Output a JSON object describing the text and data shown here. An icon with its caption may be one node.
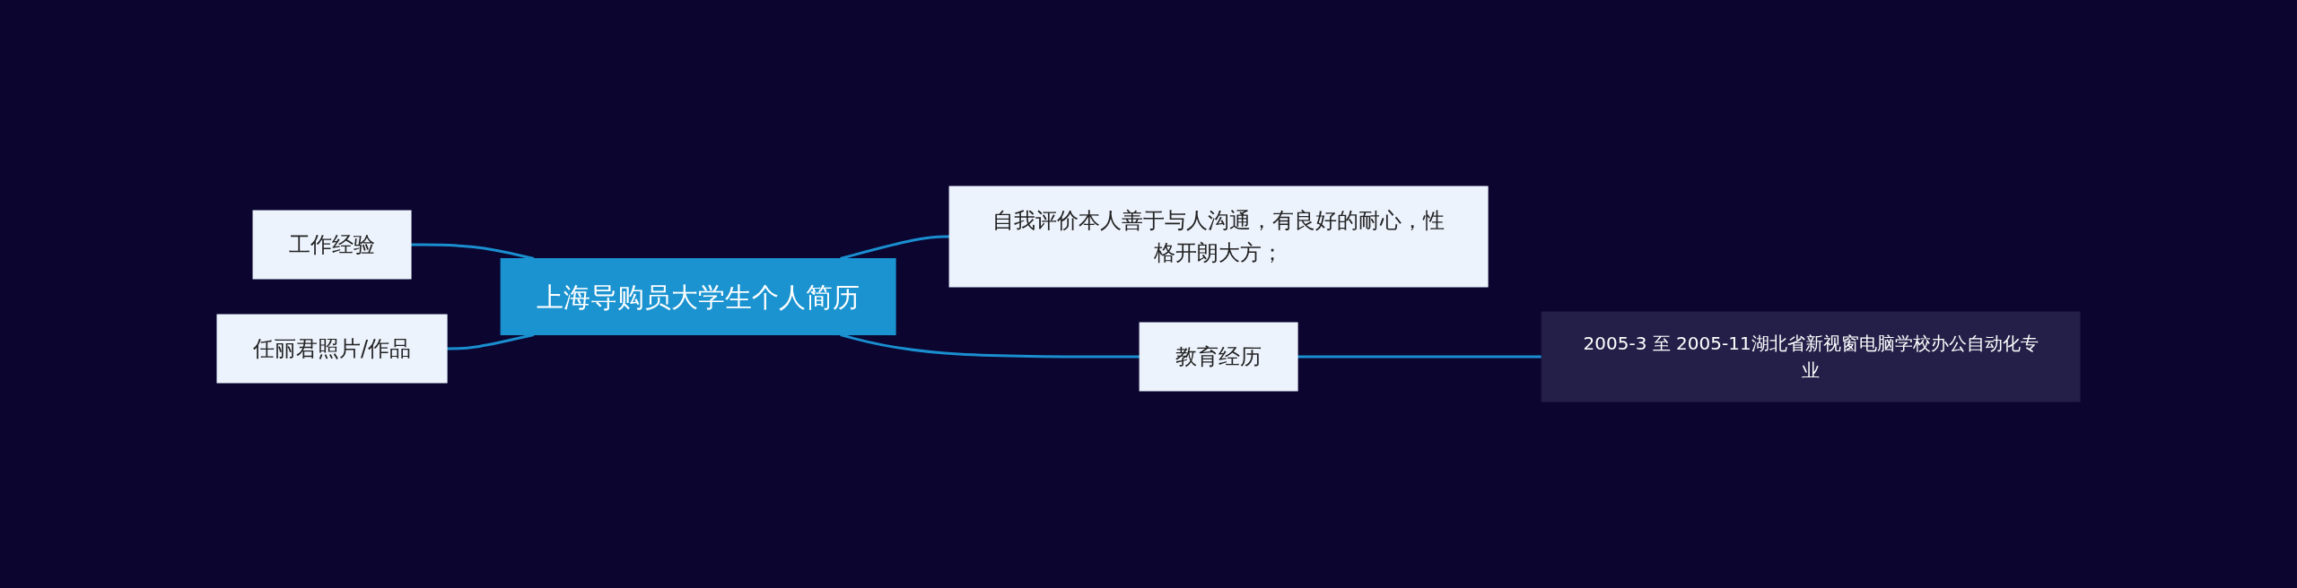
{
  "diagram": {
    "nodes": [
      {
        "text": [
          "上海导购员大学生个人简历"
        ]
      },
      {
        "text": [
          "工作经验"
        ]
      },
      {
        "text": [
          "任丽君照片/作品"
        ]
      },
      {
        "text": [
          "自我评价本人善于与人沟通，有良好的耐心，性格开朗大方；"
        ]
      },
      {
        "text": [
          "教育经历"
        ]
      },
      {
        "text": [
          "2005-3 至 2005-11湖北省新视窗电脑学校办公自动化专业"
        ]
      }
    ],
    "edges": [
      {
        "from": 0,
        "to": 1,
        "arrow": "none"
      },
      {
        "from": 0,
        "to": 2,
        "arrow": "none"
      },
      {
        "from": 0,
        "to": 3,
        "arrow": "none"
      },
      {
        "from": 0,
        "to": 4,
        "arrow": "none"
      },
      {
        "from": 4,
        "to": 5,
        "arrow": "none"
      }
    ]
  }
}
